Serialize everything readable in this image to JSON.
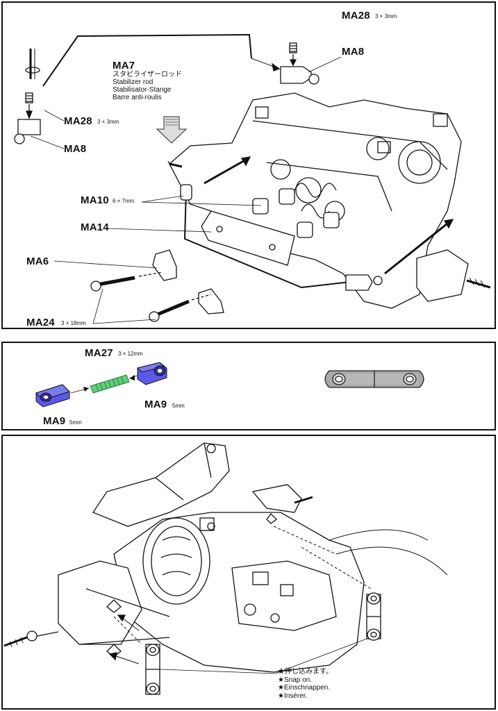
{
  "top_panel": {
    "labels": {
      "ma28_top": "MA28",
      "ma28_top_size": "3 × 3mm",
      "ma8_top": "MA8",
      "ma7": "MA7",
      "ma7_jp": "スタビライザーロッド",
      "ma7_en": "Stabilizer rod",
      "ma7_de": "Stabilisator-Stange",
      "ma7_fr": "Barre anti-roulis",
      "ma28_left": "MA28",
      "ma28_left_size": "3 × 3mm",
      "ma8_left": "MA8",
      "ma10": "MA10",
      "ma10_size": "6 × 7mm",
      "ma14": "MA14",
      "ma6": "MA6",
      "ma24": "MA24",
      "ma24_size": "3 × 18mm"
    }
  },
  "mid_panel": {
    "labels": {
      "ma27": "MA27",
      "ma27_size": "3 × 12mm",
      "ma9_left": "MA9",
      "ma9_left_size": "5mm",
      "ma9_right": "MA9",
      "ma9_right_size": "5mm"
    },
    "colors": {
      "rod_end": "#5a5ae6",
      "spring": "#5fcf7a",
      "link": "#a8a8a8"
    }
  },
  "bottom_panel": {
    "snap_on": [
      "★押し込みます。",
      "★Snap on.",
      "★Einschnappen.",
      "★Insérer."
    ]
  }
}
